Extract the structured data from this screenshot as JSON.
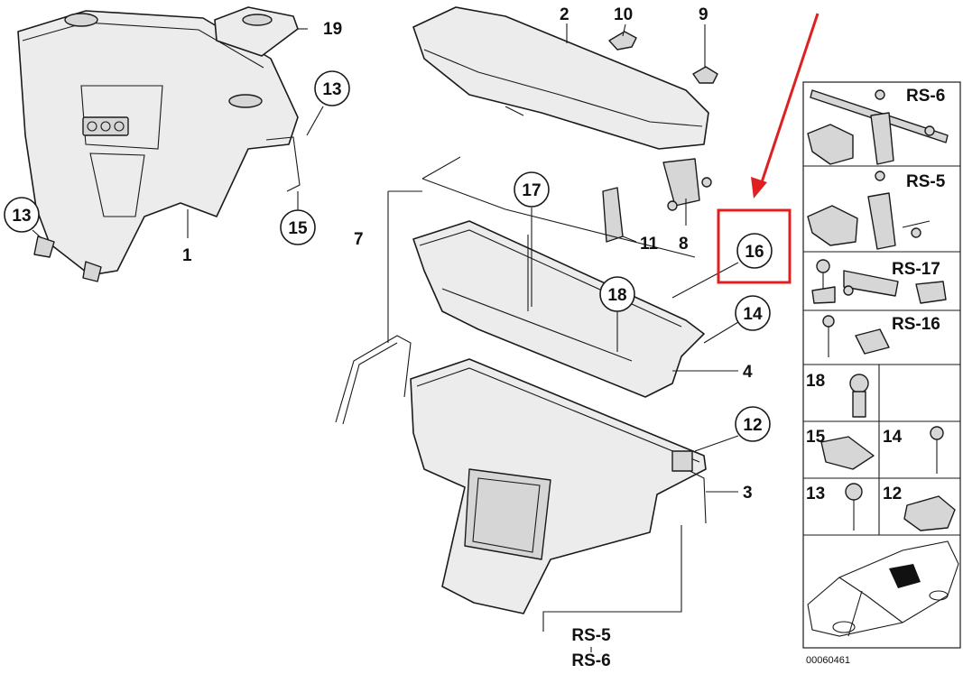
{
  "callouts": {
    "c1": "1",
    "c2": "2",
    "c3": "3",
    "c4": "4",
    "c7": "7",
    "c8": "8",
    "c9": "9",
    "c10": "10",
    "c11": "11",
    "c12": "12",
    "c13a": "13",
    "c13b": "13",
    "c14": "14",
    "c15": "15",
    "c16": "16",
    "c17": "17",
    "c18": "18",
    "c19": "19"
  },
  "bottom_labels": {
    "rs5": "RS-5",
    "rs6": "RS-6"
  },
  "side_panel": {
    "rows": [
      {
        "label": "RS-6"
      },
      {
        "label": "RS-5"
      },
      {
        "label": "RS-17"
      },
      {
        "label": "RS-16"
      }
    ],
    "cells": {
      "n18": "18",
      "n15": "15",
      "n14": "14",
      "n13": "13",
      "n12": "12"
    }
  },
  "diagram_id": "00060461",
  "highlight": {
    "color": "#e02020",
    "target": "16"
  }
}
